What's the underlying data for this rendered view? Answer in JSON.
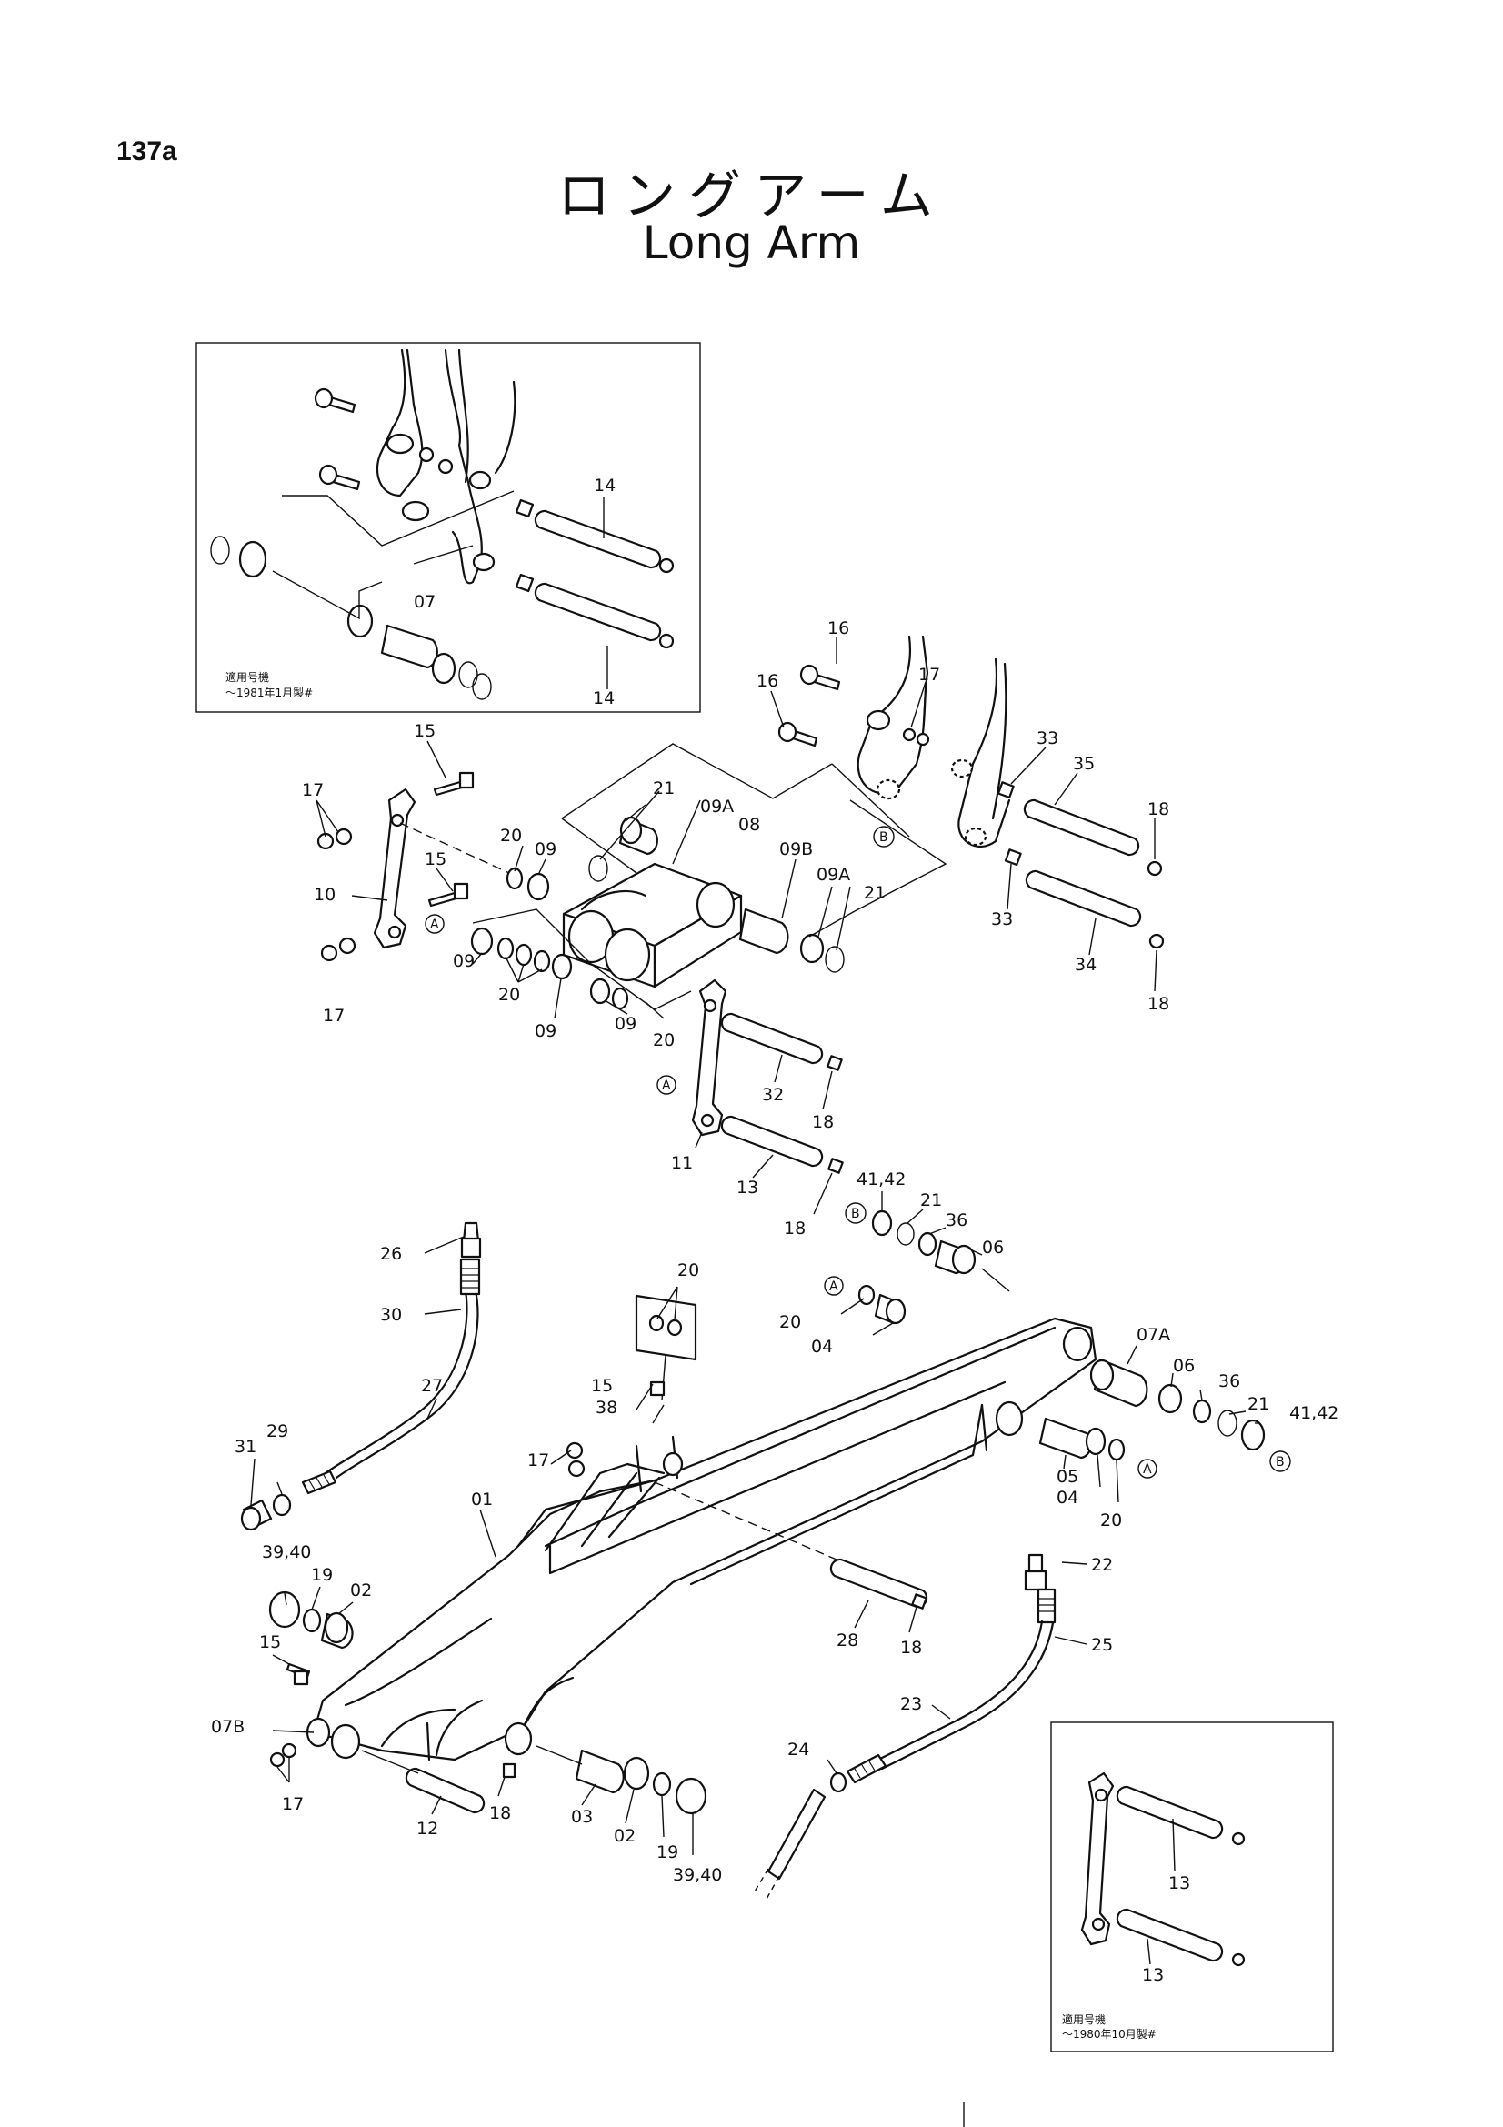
{
  "page_number": "137a",
  "title_jp": "ロングアーム",
  "title_en": "Long Arm",
  "inset_top": {
    "note_line1": "適用号機",
    "note_line2": "〜1981年1月製#",
    "labels": [
      "14",
      "07",
      "14"
    ]
  },
  "inset_bottom": {
    "note_line1": "適用号機",
    "note_line2": "〜1980年10月製#",
    "labels": [
      "13",
      "13"
    ]
  },
  "callouts": {
    "c16a": "16",
    "c16b": "16",
    "c17a": "17",
    "c17b": "17",
    "c17c": "17",
    "c17d": "17",
    "c17e": "17",
    "c33a": "33",
    "c33b": "33",
    "c35": "35",
    "c34": "34",
    "c18a": "18",
    "c18b": "18",
    "c18c": "18",
    "c18d": "18",
    "c18e": "18",
    "c18f": "18",
    "c15a": "15",
    "c15b": "15",
    "c15c": "15",
    "c15d": "15",
    "c10": "10",
    "c20a": "20",
    "c20b": "20",
    "c20c": "20",
    "c20d": "20",
    "c20e": "20",
    "c20f": "20",
    "c09a": "09",
    "c09b": "09",
    "c09c": "09",
    "c09d": "09",
    "c21a": "21",
    "c21b": "21",
    "c21c": "21",
    "c21d": "21",
    "c09Aa": "09A",
    "c09Ab": "09A",
    "c08": "08",
    "c09B": "09B",
    "c32": "32",
    "c11": "11",
    "c13": "13",
    "c4142a": "41,42",
    "c4142b": "41,42",
    "c36a": "36",
    "c36b": "36",
    "c06a": "06",
    "c06b": "06",
    "c04a": "04",
    "c04b": "04",
    "c07A": "07A",
    "c05": "05",
    "c26": "26",
    "c30": "30",
    "c27": "27",
    "c31": "31",
    "c29": "29",
    "c3940a": "39,40",
    "c3940b": "39,40",
    "c19a": "19",
    "c19b": "19",
    "c02a": "02",
    "c02b": "02",
    "c01": "01",
    "c38": "38",
    "c07B": "07B",
    "c12": "12",
    "c03": "03",
    "c28": "28",
    "c22": "22",
    "c25": "25",
    "c23": "23",
    "c24": "24"
  },
  "reference_marks": {
    "A": "A",
    "B": "B"
  }
}
